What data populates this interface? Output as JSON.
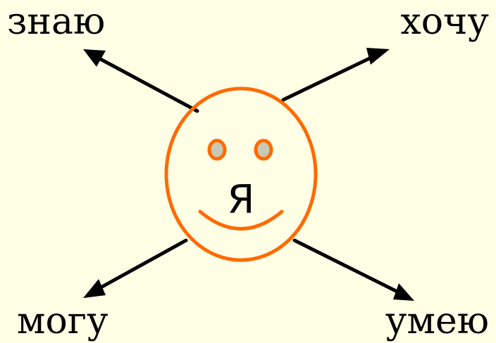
{
  "diagram": {
    "center_label": "Я",
    "labels": {
      "top_left": "знаю",
      "top_right": "хочу",
      "bottom_left": "могу",
      "bottom_right": "умею"
    }
  },
  "colors": {
    "background": "#ffffe6",
    "face_outline": "#ff6a00",
    "eye_fill": "#c8c8b4",
    "arrow": "#000000",
    "text": "#000000"
  }
}
